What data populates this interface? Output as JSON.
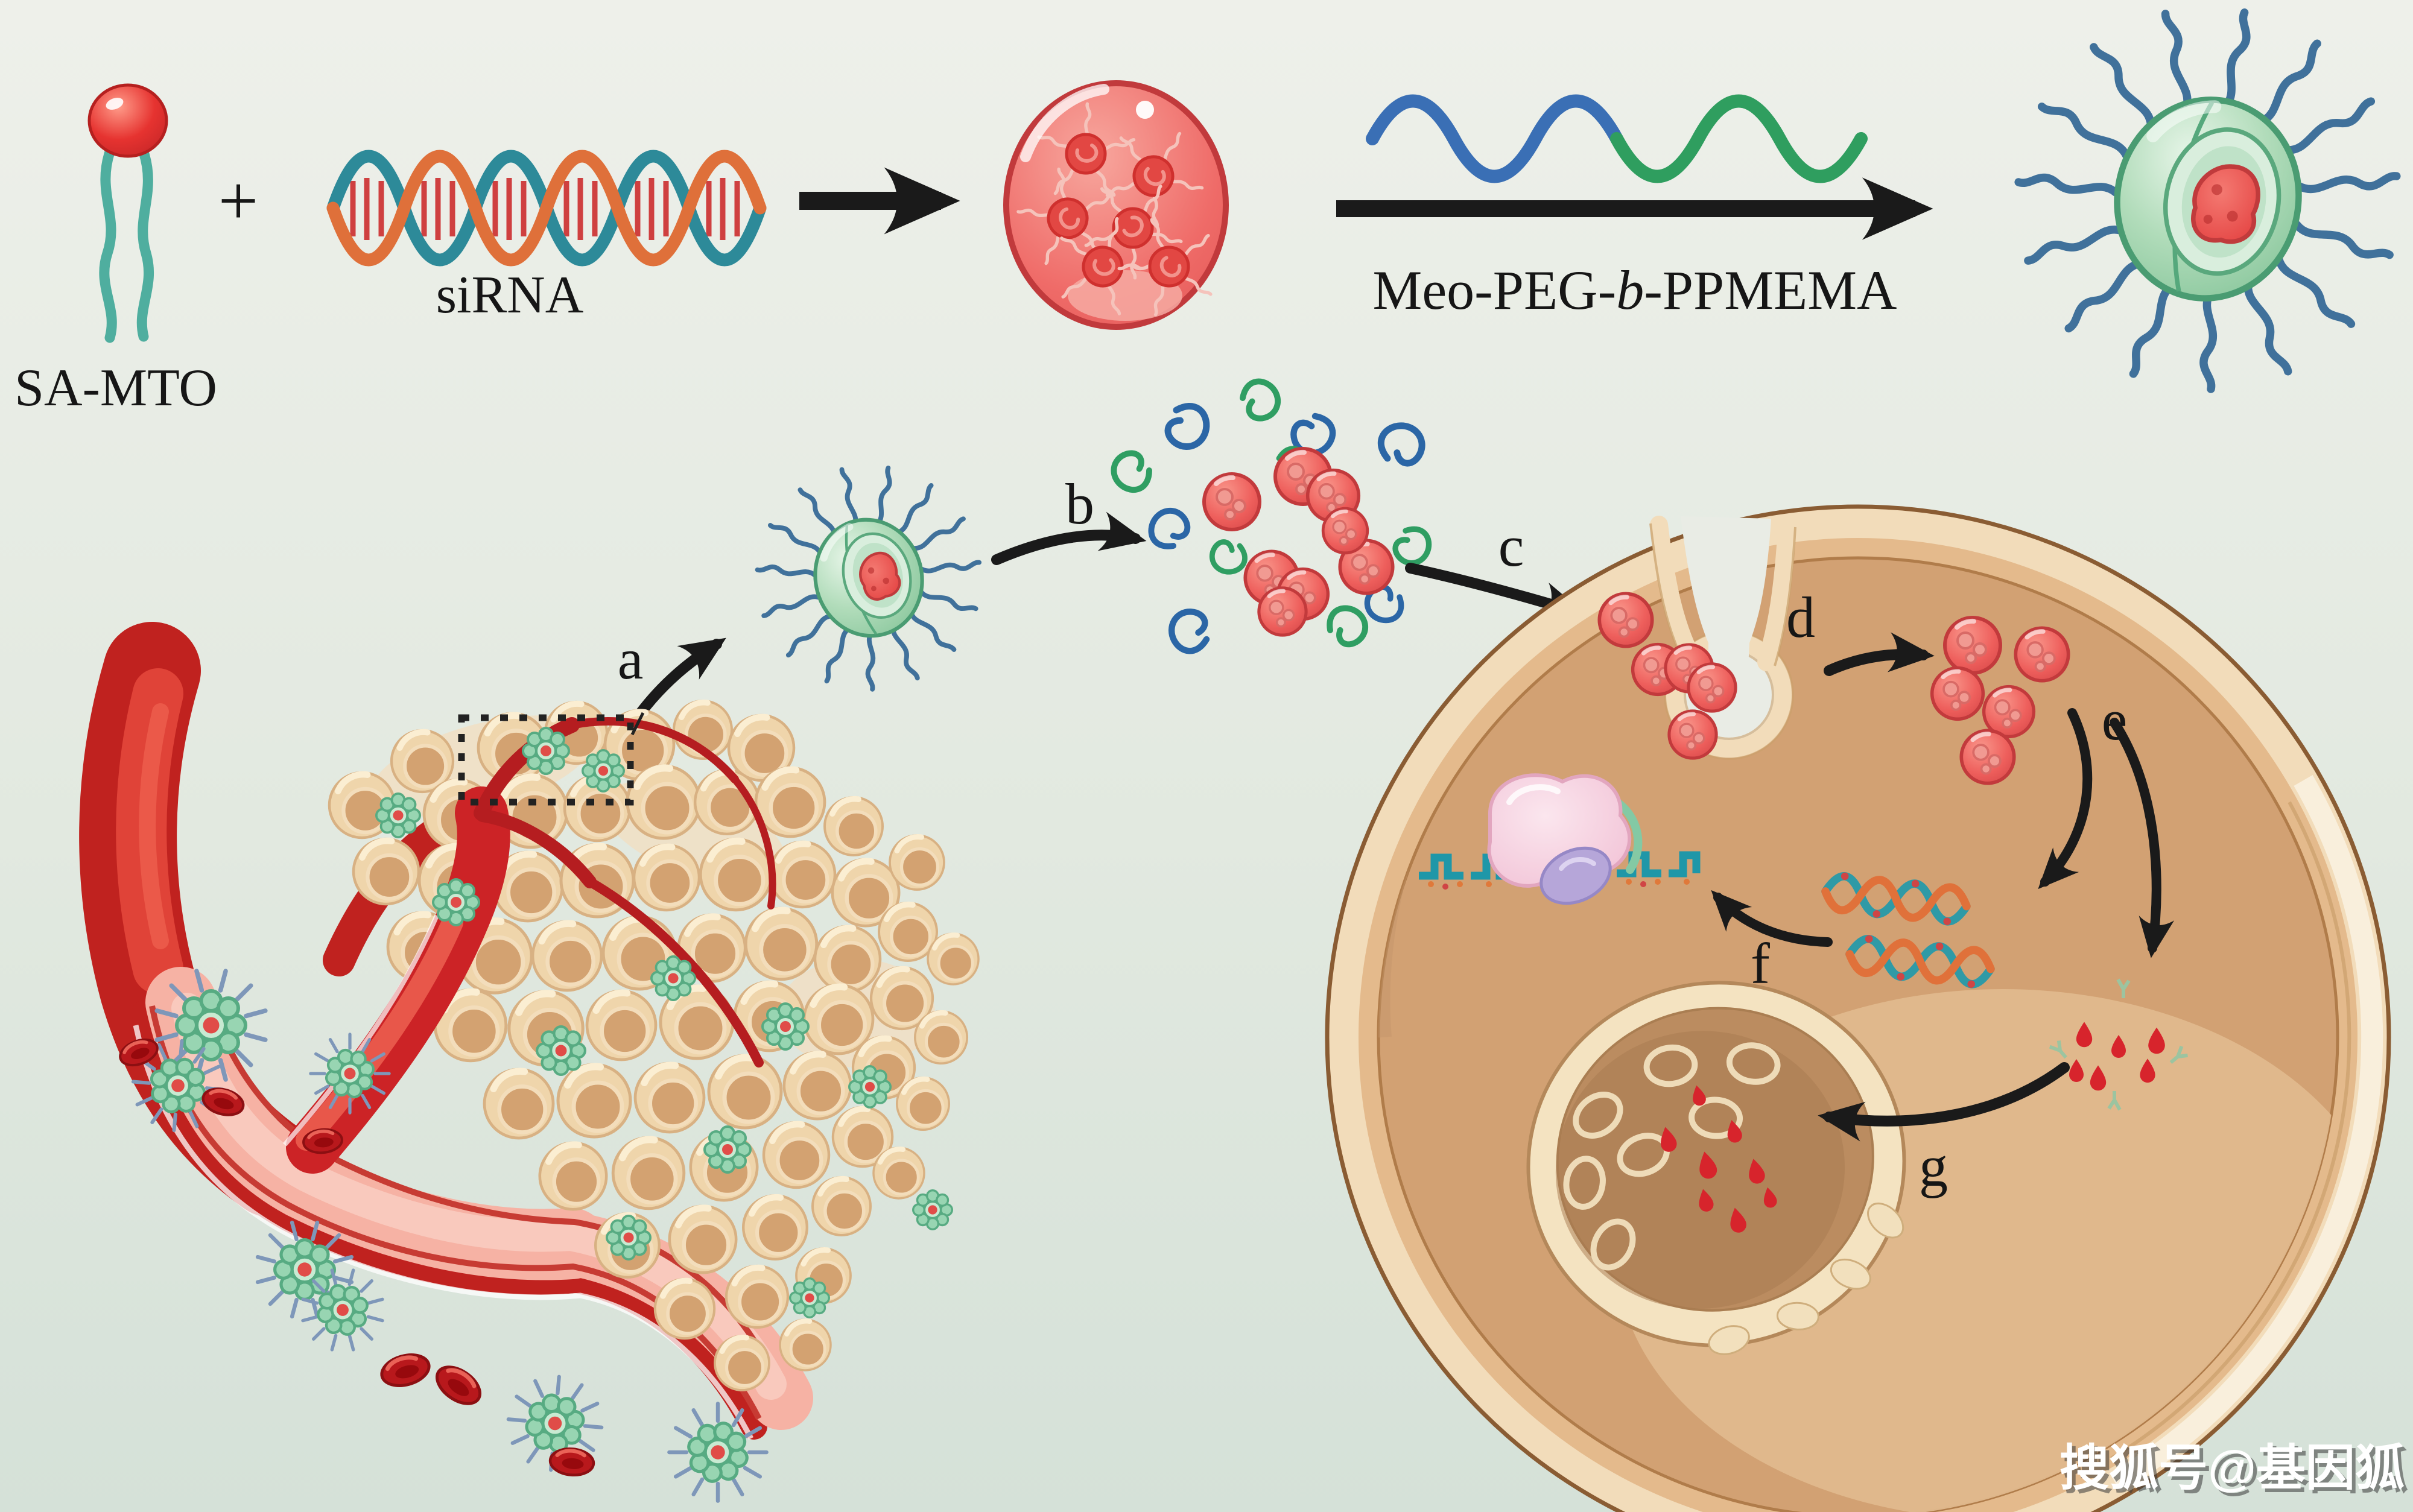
{
  "figure": {
    "synthesis": {
      "sa_mto_label": "SA-MTO",
      "plus_sign": "+",
      "sirna_label": "siRNA",
      "polymer_prefix": "Meo-PEG-",
      "polymer_block": "b",
      "polymer_suffix": "-PPMEMA"
    },
    "steps": {
      "a": "a",
      "b": "b",
      "c": "c",
      "d": "d",
      "e": "e",
      "f": "f",
      "g": "g"
    },
    "watermark_text": "搜狐号@基因狐"
  },
  "colors": {
    "background_top": "#eef0ea",
    "background_bottom": "#d5e1d8",
    "drug_red": "#e63330",
    "mto_tail_teal": "#4fae9f",
    "sirna_teal": "#2d8a99",
    "sirna_orange": "#df703a",
    "complex_red": "#ee6663",
    "peg_blue": "#3a6fb5",
    "ppmema_green": "#2f9e5f",
    "micelle_green": "#8fcda6",
    "peg_hair_blue": "#40719b",
    "arrow_black": "#1a1a1a",
    "vessel_red": "#c2292c",
    "lumen_pink": "#f5ae9f",
    "rbc_dark_red": "#b8181c",
    "tumor_cell_tan": "#efd5ab",
    "cell_membrane_cream": "#f2dcba",
    "cytoplasm_tan": "#d2a173",
    "nucleus_brown": "#bb8c60",
    "nuclear_envelope_cream": "#f4e3c1",
    "mrna_teal": "#1f97a8",
    "risc_pink": "#f2c7d7",
    "risc_purple": "#b6a6d9",
    "watermark_white": "#ffffff"
  }
}
